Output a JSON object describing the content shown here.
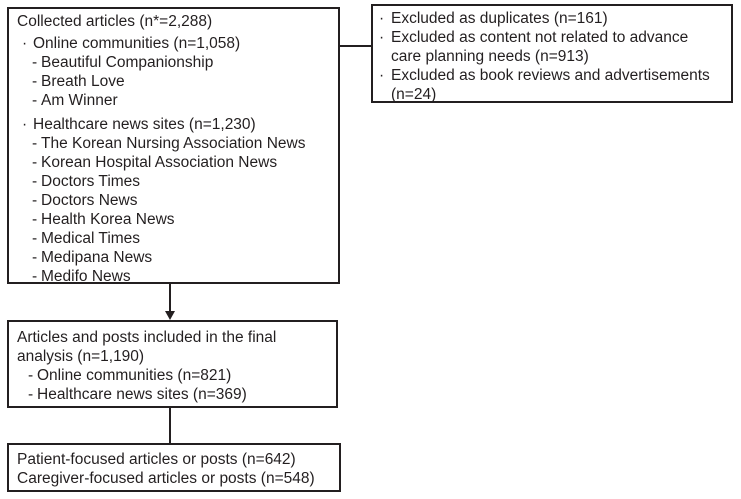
{
  "markers": {
    "bullet": "·",
    "dash": "-"
  },
  "colors": {
    "text": "#231f20",
    "border": "#231f20",
    "background": "#ffffff"
  },
  "boxes": {
    "collected": {
      "title": "Collected articles (n*=2,288)",
      "groups": [
        {
          "label": "Online communities (n=1,058)",
          "items": [
            "Beautiful Companionship",
            "Breath Love",
            "Am Winner"
          ]
        },
        {
          "label": "Healthcare news sites (n=1,230)",
          "items": [
            "The Korean Nursing Association News",
            "Korean Hospital Association News",
            "Doctors Times",
            "Doctors News",
            "Health Korea News",
            "Medical Times",
            "Medipana News",
            "Medifo News"
          ]
        }
      ]
    },
    "excluded": {
      "items": [
        {
          "lines": [
            "Excluded as duplicates (n=161)"
          ]
        },
        {
          "lines": [
            "Excluded as content not related to advance",
            "care planning needs (n=913)"
          ]
        },
        {
          "lines": [
            "Excluded as book reviews and advertisements",
            "(n=24)"
          ]
        }
      ]
    },
    "included": {
      "title_lines": [
        "Articles and posts included in the final",
        "analysis (n=1,190)"
      ],
      "items": [
        "Online communities (n=821)",
        "Healthcare news sites (n=369)"
      ]
    },
    "final": {
      "lines": [
        "Patient-focused articles or posts (n=642)",
        "Caregiver-focused articles or posts (n=548)"
      ]
    }
  }
}
